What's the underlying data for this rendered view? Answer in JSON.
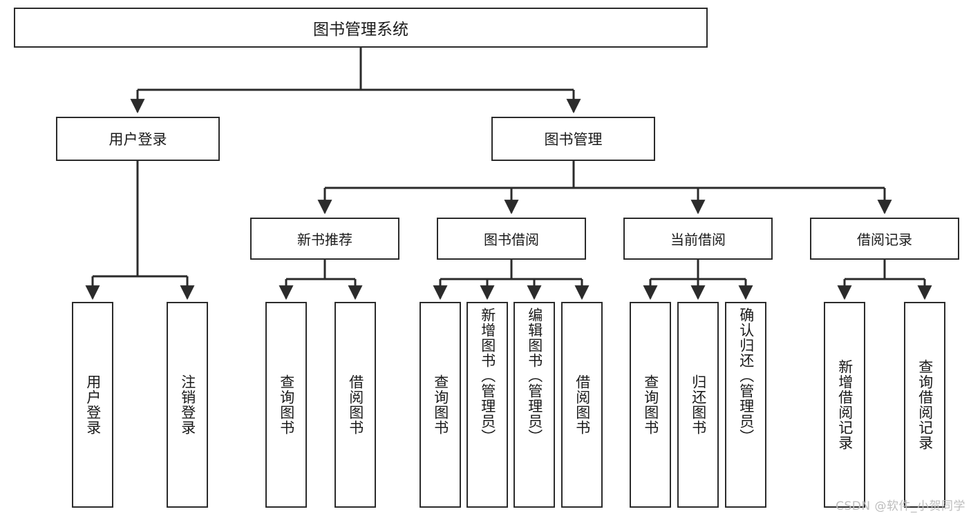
{
  "diagram": {
    "type": "tree-hierarchy",
    "title": "图书管理系统",
    "watermark": "CSDN @软件_小贺同学",
    "colors": {
      "stroke": "#2b2b2b",
      "fill": "#ffffff",
      "text": "#1a1a1a",
      "watermark": "#bdbdbd"
    },
    "root": {
      "label": "图书管理系统"
    },
    "level2": [
      {
        "label": "用户登录"
      },
      {
        "label": "图书管理"
      }
    ],
    "level3": [
      {
        "label": "新书推荐"
      },
      {
        "label": "图书借阅"
      },
      {
        "label": "当前借阅"
      },
      {
        "label": "借阅记录"
      }
    ],
    "leaves": {
      "user_login": [
        {
          "label": "用户登录"
        },
        {
          "label": "注销登录"
        }
      ],
      "new_book_recommend": [
        {
          "label": "查询图书"
        },
        {
          "label": "借阅图书"
        }
      ],
      "book_borrow": [
        {
          "label": "查询图书"
        },
        {
          "label": "新增图书（管理员）"
        },
        {
          "label": "编辑图书（管理员）"
        },
        {
          "label": "借阅图书"
        }
      ],
      "current_borrow": [
        {
          "label": "查询图书"
        },
        {
          "label": "归还图书"
        },
        {
          "label": "确认归还（管理员）"
        }
      ],
      "borrow_records": [
        {
          "label": "新增借阅记录"
        },
        {
          "label": "查询借阅记录"
        }
      ]
    }
  }
}
